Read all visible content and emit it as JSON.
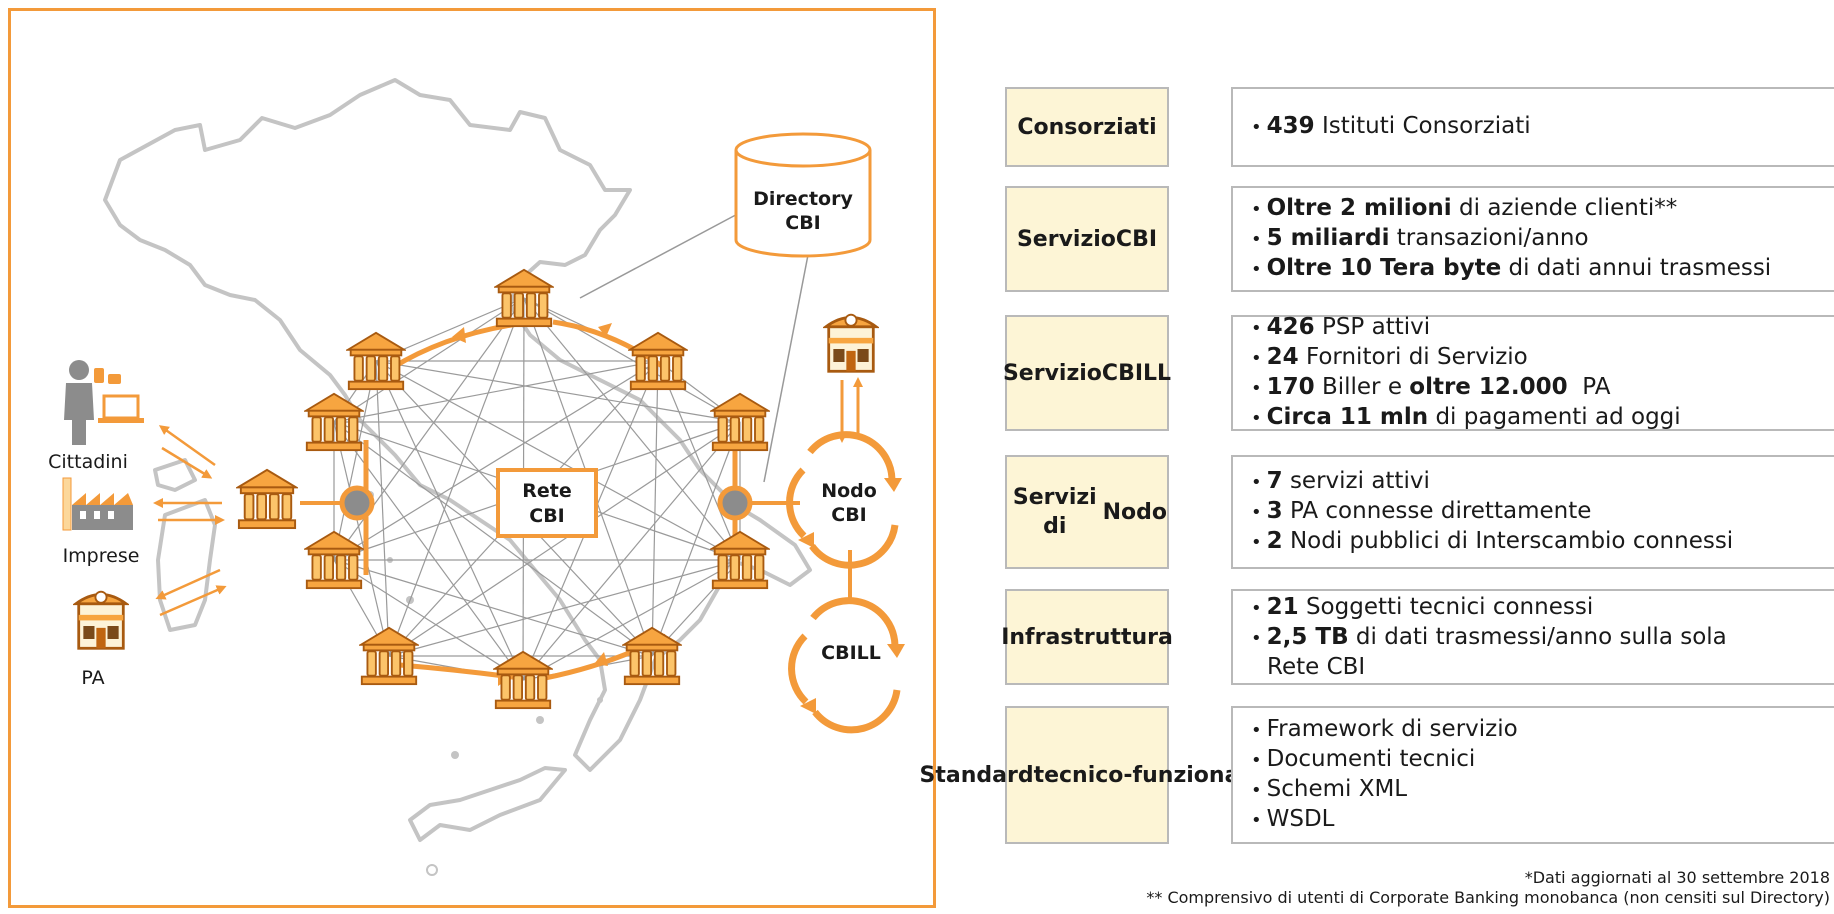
{
  "diagram": {
    "actors": [
      {
        "label": "Cittadini",
        "icon": "citizen-with-devices-icon"
      },
      {
        "label": "Imprese",
        "icon": "factory-icon"
      },
      {
        "label": "PA",
        "icon": "public-building-icon"
      }
    ],
    "network_label": [
      "Rete",
      "CBI"
    ],
    "directory_label": [
      "Directory",
      "CBI"
    ],
    "nodo_label": [
      "Nodo",
      "CBI"
    ],
    "cbill_label": "CBILL",
    "node_icon": "bank-icon",
    "accent_color": "#f39a3a",
    "map_color": "#c4c4c4"
  },
  "table": {
    "rows": [
      {
        "category": [
          "Consorziati"
        ],
        "details": [
          [
            {
              "t": "439",
              "b": true
            },
            {
              "t": " Istituti Consorziati",
              "b": false
            }
          ]
        ]
      },
      {
        "category": [
          "Servizio",
          "CBI"
        ],
        "details": [
          [
            {
              "t": "Oltre 2 milioni",
              "b": true
            },
            {
              "t": " di aziende clienti**",
              "b": false
            }
          ],
          [
            {
              "t": "5 miliardi",
              "b": true
            },
            {
              "t": " transazioni/anno",
              "b": false
            }
          ],
          [
            {
              "t": "Oltre 10 Tera byte",
              "b": true
            },
            {
              "t": " di dati annui trasmessi",
              "b": false
            }
          ]
        ]
      },
      {
        "category": [
          "Servizio",
          "CBILL"
        ],
        "details": [
          [
            {
              "t": "426",
              "b": true
            },
            {
              "t": " PSP attivi",
              "b": false
            }
          ],
          [
            {
              "t": "24",
              "b": true
            },
            {
              "t": " Fornitori di Servizio",
              "b": false
            }
          ],
          [
            {
              "t": "170",
              "b": true
            },
            {
              "t": " Biller e ",
              "b": false
            },
            {
              "t": "oltre 12.000",
              "b": true
            },
            {
              "t": "  PA",
              "b": false
            }
          ],
          [
            {
              "t": "Circa 11 mln",
              "b": true
            },
            {
              "t": " di pagamenti ad oggi",
              "b": false
            }
          ]
        ]
      },
      {
        "category": [
          "Servizi di",
          "Nodo"
        ],
        "details": [
          [
            {
              "t": "7",
              "b": true
            },
            {
              "t": " servizi attivi",
              "b": false
            }
          ],
          [
            {
              "t": "3",
              "b": true
            },
            {
              "t": " PA connesse direttamente",
              "b": false
            }
          ],
          [
            {
              "t": "2",
              "b": true
            },
            {
              "t": " Nodi pubblici di Interscambio connessi",
              "b": false
            }
          ]
        ]
      },
      {
        "category": [
          "Infrastruttura"
        ],
        "details": [
          [
            {
              "t": "21",
              "b": true
            },
            {
              "t": " Soggetti tecnici connessi",
              "b": false
            }
          ],
          [
            {
              "t": "2,5 TB",
              "b": true
            },
            {
              "t": " di dati trasmessi/anno sulla sola",
              "b": false
            }
          ],
          [
            {
              "t": "Rete CBI",
              "b": false,
              "cont": true
            }
          ]
        ]
      },
      {
        "category": [
          "Standard",
          "tecnico-",
          "funzionali"
        ],
        "details": [
          [
            {
              "t": "Framework di servizio",
              "b": false
            }
          ],
          [
            {
              "t": "Documenti tecnici",
              "b": false
            }
          ],
          [
            {
              "t": "Schemi XML",
              "b": false
            }
          ],
          [
            {
              "t": "WSDL",
              "b": false
            }
          ]
        ]
      }
    ]
  },
  "footnotes": [
    "*Dati aggiornati al 30 settembre 2018",
    "** Comprensivo di utenti di Corporate Banking monobanca (non censiti sul Directory)"
  ]
}
